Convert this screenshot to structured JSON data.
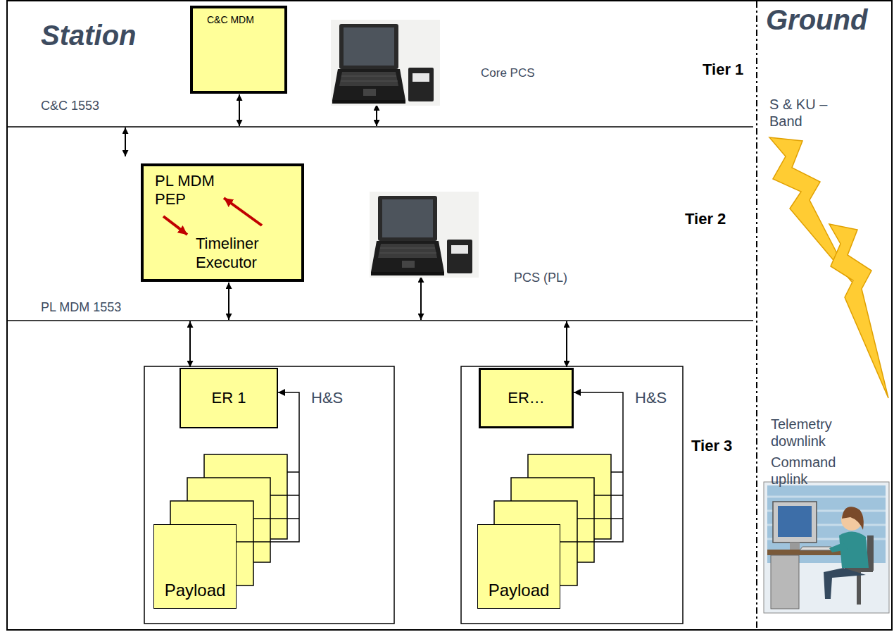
{
  "diagram": {
    "nodes": [
      {
        "text": [
          "C&C MDM"
        ]
      },
      {
        "text": [
          "PL MDM",
          "PEP",
          "Timeliner Executor"
        ]
      },
      {
        "text": [
          "ER 1"
        ]
      },
      {
        "text": [
          "Payload"
        ]
      },
      {
        "text": [
          "ER…"
        ]
      },
      {
        "text": [
          "Payload"
        ]
      }
    ],
    "edges": [
      {
        "from": 3,
        "to": 2,
        "arrow": "to",
        "label": "H&S"
      },
      {
        "from": 5,
        "to": 4,
        "arrow": "to",
        "label": "H&S"
      }
    ],
    "labels": [
      "Station",
      "Ground",
      "Core PCS",
      "Tier 1",
      "C&C 1553",
      "S & KU – Band",
      "Tier 2",
      "PCS (PL)",
      "PL MDM 1553",
      "Tier 3",
      "Telemetry downlink",
      "Command uplink"
    ]
  }
}
